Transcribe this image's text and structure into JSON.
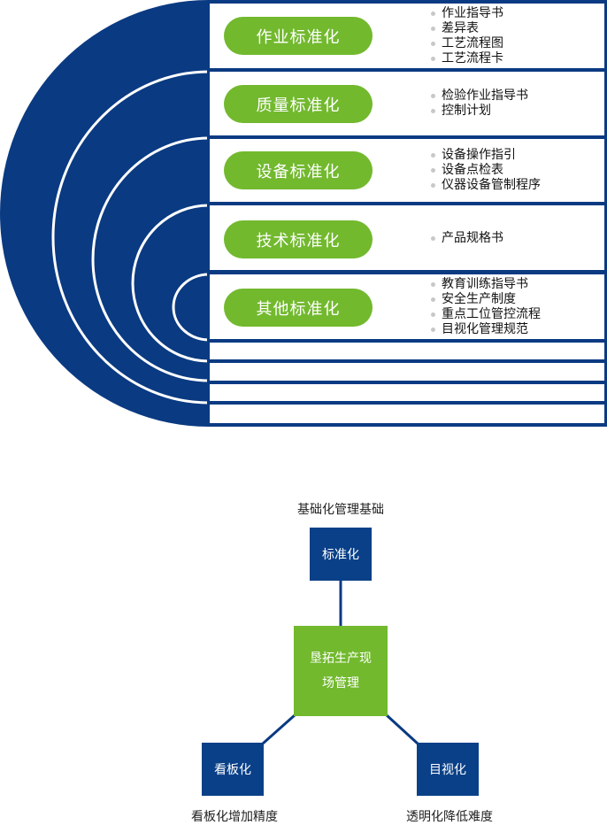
{
  "standardization_layers": [
    {
      "label": "作业标准化",
      "items": [
        "作业指导书",
        "差异表",
        "工艺流程图",
        "工艺流程卡"
      ]
    },
    {
      "label": "质量标准化",
      "items": [
        "检验作业指导书",
        "控制计划"
      ]
    },
    {
      "label": "设备标准化",
      "items": [
        "设备操作指引",
        "设备点检表",
        "仪器设备管制程序"
      ]
    },
    {
      "label": "技术标准化",
      "items": [
        "产品规格书"
      ]
    },
    {
      "label": "其他标准化",
      "items": [
        "教育训练指导书",
        "安全生产制度",
        "重点工位管控流程",
        "目视化管理规范"
      ]
    }
  ],
  "management_diagram": {
    "center": {
      "line1": "垦拓生产现",
      "line2": "场管理"
    },
    "top": {
      "label": "标准化",
      "caption": "基础化管理基础"
    },
    "left": {
      "label": "看板化",
      "caption": "看板化增加精度"
    },
    "right": {
      "label": "目视化",
      "caption": "透明化降低难度"
    }
  },
  "colors": {
    "blue": "#0a3a82",
    "green": "#72b92e"
  }
}
